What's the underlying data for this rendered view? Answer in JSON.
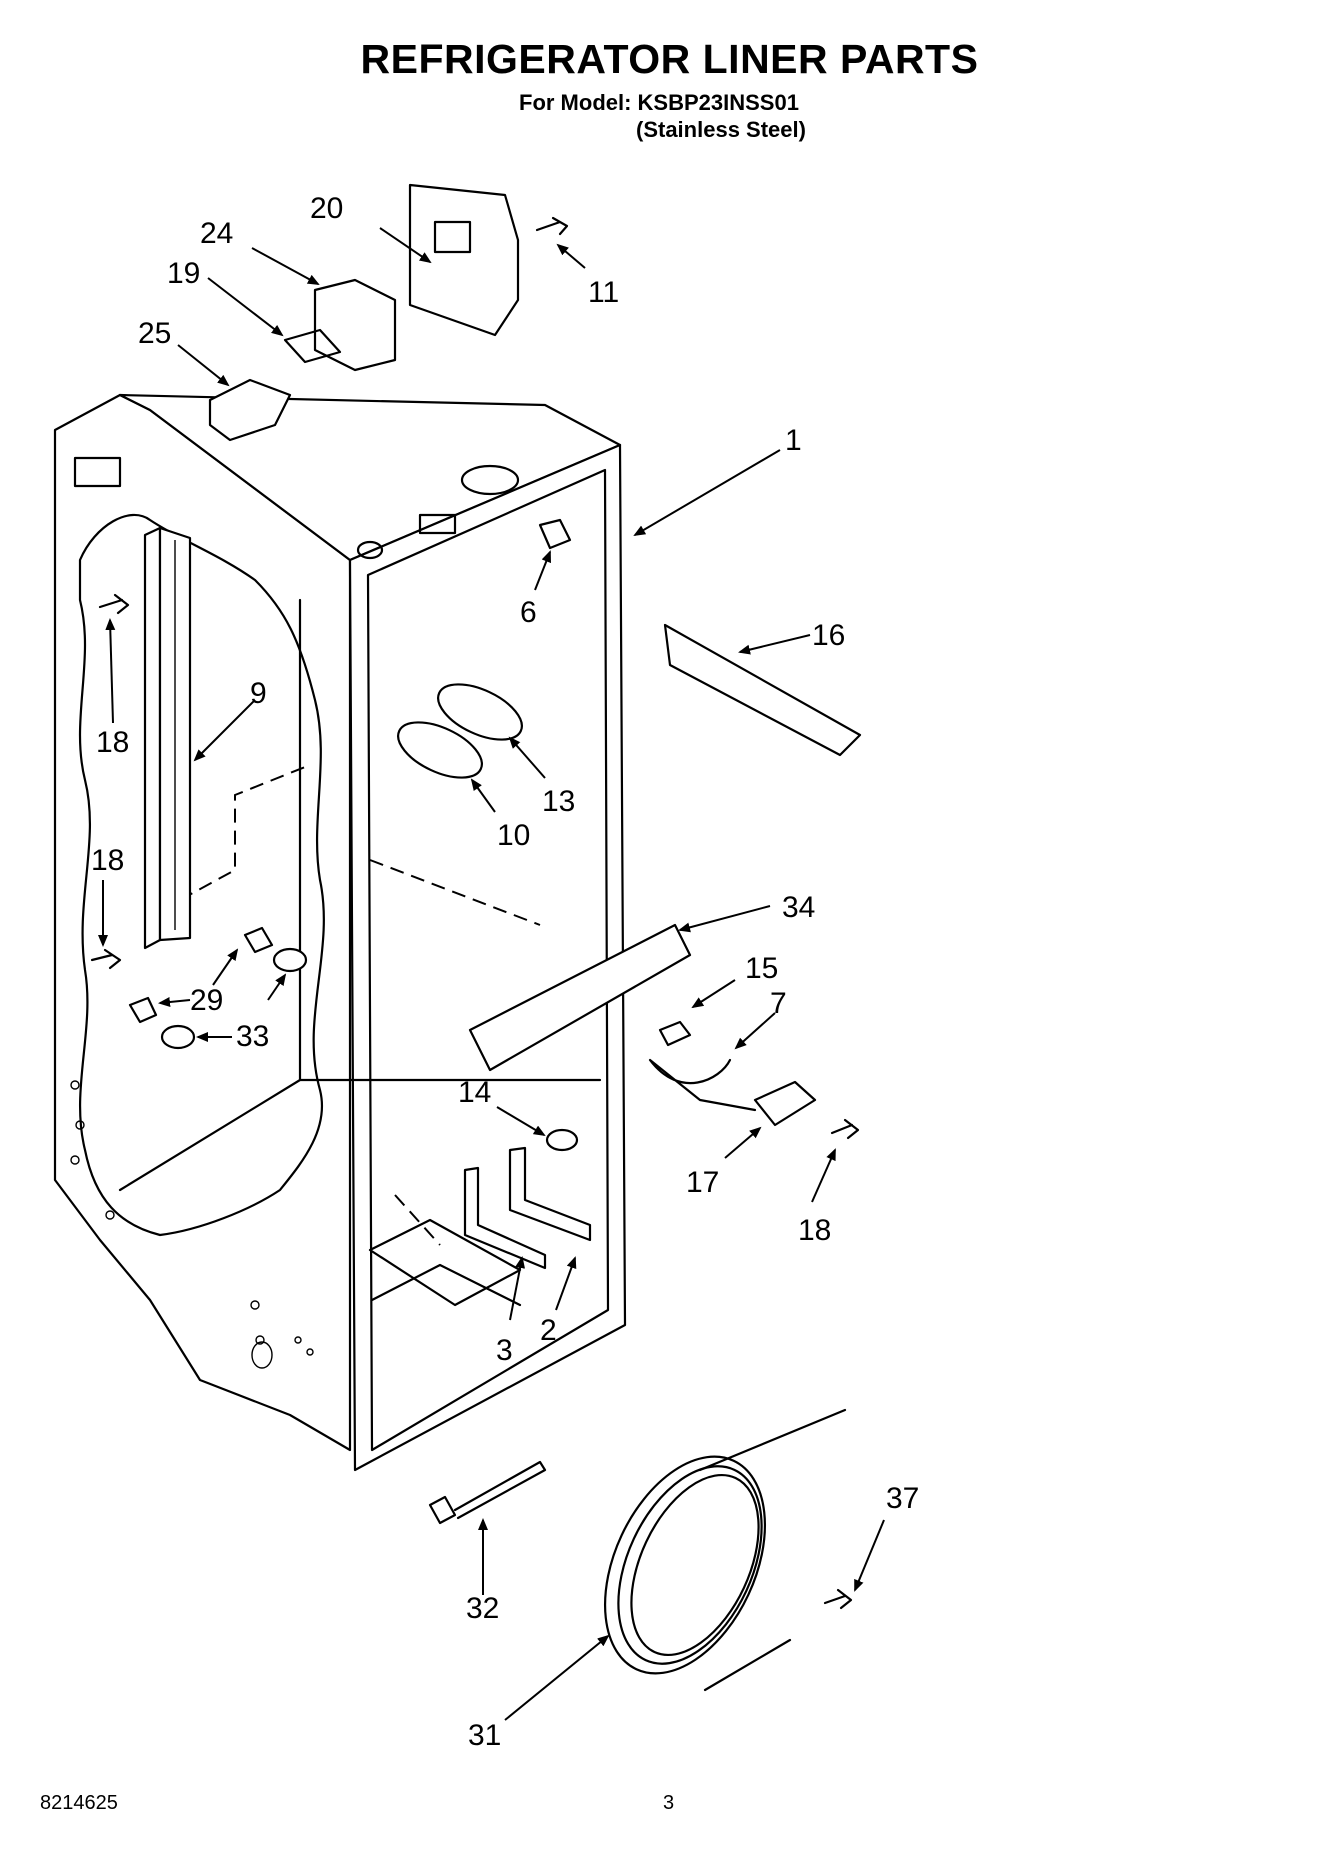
{
  "header": {
    "title": "REFRIGERATOR LINER PARTS",
    "model_line": "For Model: KSBP23INSS01",
    "variant": "(Stainless Steel)"
  },
  "footer": {
    "doc_number": "8214625",
    "page_number": "3"
  },
  "callouts": {
    "c1": "1",
    "c2": "2",
    "c3": "3",
    "c6": "6",
    "c7": "7",
    "c9": "9",
    "c10": "10",
    "c11": "11",
    "c13": "13",
    "c14": "14",
    "c15": "15",
    "c16": "16",
    "c17": "17",
    "c18a": "18",
    "c18b": "18",
    "c18c": "18",
    "c19": "19",
    "c20": "20",
    "c24": "24",
    "c25": "25",
    "c29": "29",
    "c31": "31",
    "c32": "32",
    "c33": "33",
    "c34": "34",
    "c37": "37"
  }
}
